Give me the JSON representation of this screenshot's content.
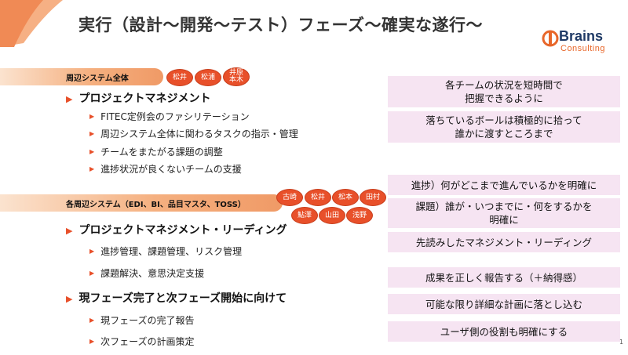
{
  "title": "実行（設計～開発～テスト）フェーズ～確実な遂行～",
  "logo": {
    "name": "Brains",
    "sub": "Consulting",
    "brand_color": "#1f3a66",
    "accent_color": "#e8672a"
  },
  "accent_color": "#e8502a",
  "section1": {
    "label": "周辺システム全体",
    "people": [
      "松井",
      "松浦",
      "井原\n本木"
    ],
    "heading": "プロジェクトマネジメント",
    "items": [
      "FITEC定例会のファシリテーション",
      "周辺システム全体に関わるタスクの指示・管理",
      "チームをまたがる課題の調整",
      "進捗状況が良くないチームの支援"
    ]
  },
  "section2": {
    "label": "各周辺システム（EDI、BI、品目マスタ、TOSS）",
    "people": [
      "古崎",
      "松井",
      "松本",
      "田村",
      "鮎澤",
      "山田",
      "浅野"
    ],
    "heading1": "プロジェクトマネジメント・リーディング",
    "items1": [
      "進捗管理、課題管理、リスク管理",
      "課題解決、意思決定支援"
    ],
    "heading2": "現フェーズ完了と次フェーズ開始に向けて",
    "items2": [
      "現フェーズの完了報告",
      "次フェーズの計画策定"
    ]
  },
  "callouts": [
    "各チームの状況を短時間で\n把握できるように",
    "落ちているボールは積極的に拾って\n誰かに渡すところまで",
    "進捗）何がどこまで進んでいるかを明確に",
    "課題）誰が・いつまでに・何をするかを\n明確に",
    "先読みしたマネジメント・リーディング",
    "成果を正しく報告する（＋納得感）",
    "可能な限り詳細な計画に落とし込む",
    "ユーザ側の役割も明確にする"
  ],
  "page_number": "1"
}
